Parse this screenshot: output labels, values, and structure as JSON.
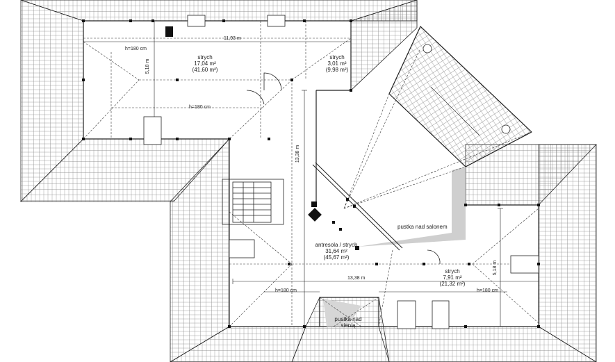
{
  "rooms": {
    "strych_main": {
      "name": "strych",
      "area": "17,04 m²",
      "area_paren": "(41,60 m²)"
    },
    "strych_small": {
      "name": "strych",
      "area": "3,01 m²",
      "area_paren": "(9,98 m²)"
    },
    "antresola": {
      "name": "antresola / strych",
      "area": "31,64 m²",
      "area_paren": "(45,67 m²)"
    },
    "strych_right": {
      "name": "strych",
      "area": "7,91 m²",
      "area_paren": "(21,32 m²)"
    }
  },
  "voids": {
    "salon": "pustka nad salonem",
    "sien_line1": "pustka nad",
    "sien_line2": "sienią"
  },
  "dimensions": {
    "top_width": "11,93 m",
    "top_depth": "5,18 m",
    "center_depth": "13,38 m",
    "bottom_width": "13,38 m",
    "right_depth": "5,18 m"
  },
  "headroom": {
    "top_1": "h=180 cm",
    "top_2": "h=180 cm",
    "bottom_left": "h=180 cm",
    "bottom_right": "h=180 cm"
  },
  "colors": {
    "line": "#222222",
    "dashed": "#333333",
    "void_fill": "#cfcfcf"
  }
}
